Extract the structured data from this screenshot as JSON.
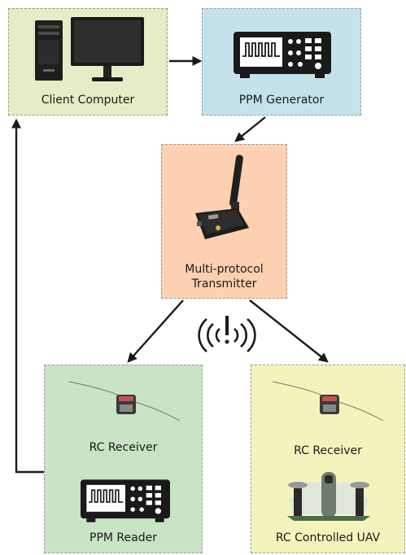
{
  "nodes": {
    "client_computer": {
      "label": "Client Computer",
      "color": "#e6ecc6"
    },
    "ppm_generator": {
      "label": "PPM Generator",
      "color": "#c4e2ec"
    },
    "transmitter": {
      "label": "Multi-protocol\nTransmitter",
      "label_lines": [
        "Multi-protocol",
        "Transmitter"
      ],
      "color": "#fcd0b0"
    },
    "left_group": {
      "color": "#c8e4c4",
      "receiver_label": "RC Receiver",
      "reader_label": "PPM Reader"
    },
    "right_group": {
      "color": "#f5f3bc",
      "receiver_label": "RC Receiver",
      "uav_label": "RC Controlled UAV"
    }
  },
  "edges": [
    {
      "from": "client_computer",
      "to": "ppm_generator"
    },
    {
      "from": "ppm_generator",
      "to": "transmitter"
    },
    {
      "from": "transmitter",
      "to": "left_group.rc_receiver"
    },
    {
      "from": "transmitter",
      "to": "right_group.rc_receiver"
    },
    {
      "from": "left_group.ppm_reader",
      "to": "client_computer"
    }
  ],
  "icons": [
    "desktop-computer-icon",
    "oscilloscope-icon",
    "transmitter-module-icon",
    "wireless-signal-icon",
    "rc-receiver-icon",
    "oscilloscope-icon",
    "rc-receiver-icon",
    "vtol-uav-icon"
  ]
}
